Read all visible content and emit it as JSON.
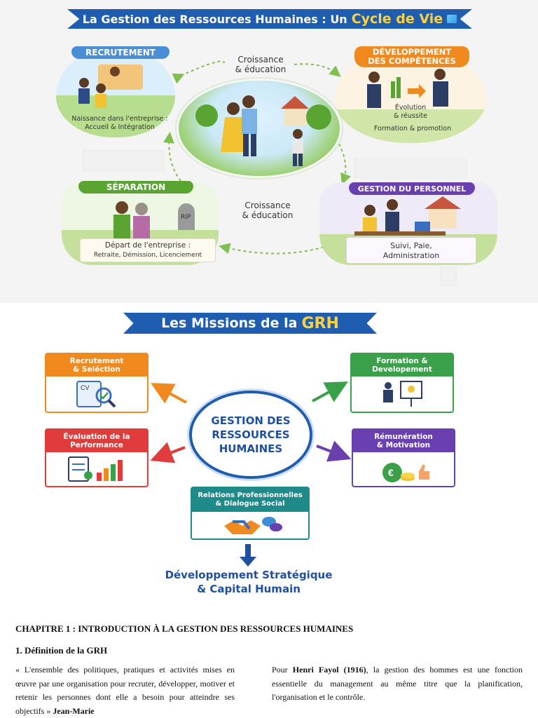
{
  "cycle": {
    "title_main": "La Gestion des Ressources Humaines : Un",
    "title_accent": "Cycle de Vie",
    "center_caption_top": "Croissance\n& éducation",
    "center_caption_bottom": "Croissance\n& éducation",
    "cards": {
      "recrutement": {
        "title": "RECRUTEMENT",
        "caption": "Naissance dans l'entreprise :\nAccueil & Intégration"
      },
      "developpement": {
        "title": "DÉVELOPPEMENT\nDES COMPÉTENCES",
        "evolution": "Évolution\n& réussite",
        "caption": "Formation & promotion"
      },
      "separation": {
        "title": "SÉPARATION",
        "caption_main": "Départ de l'entreprise :",
        "caption_sub": "Retraite, Démission, Licenciement",
        "rip": "RIP"
      },
      "gestion": {
        "title": "GESTION DU PERSONNEL",
        "caption": "Suivi, Paie,\nAdministration"
      }
    },
    "colors": {
      "blue": "#1f5db0",
      "green": "#5aa532",
      "orange": "#f08a1e",
      "purple": "#6a3fb0"
    }
  },
  "missions": {
    "title_main": "Les Missions de la",
    "title_accent": "GRH",
    "center": "GESTION DES\nRESSOURCES\nHUMAINES",
    "boxes": {
      "recrutement": {
        "title": "Recrutement\n& Seléction",
        "color": "#f08a1e"
      },
      "formation": {
        "title": "Formation &\nDevelopement",
        "color": "#3aa04a"
      },
      "evaluation": {
        "title": "Évaluation de la\nPerformance",
        "color": "#e03c3c"
      },
      "remuneration": {
        "title": "Rémunération\n& Motivation",
        "color": "#6a3fb0"
      },
      "relations": {
        "title": "Relations Professionnelles\n& Dialogue Social",
        "color": "#1e8a8a"
      }
    },
    "final": "Développement Stratégique\n& Capital Humain"
  },
  "document": {
    "chapter": "CHAPITRE 1 : INTRODUCTION À LA GESTION DES RESSOURCES HUMAINES",
    "section": "1. Définition de la GRH",
    "left_paragraph": "« L'ensemble des politiques, pratiques et activités mises en œuvre par une organisation pour recruter, développer, motiver et retenir les personnes dont elle a besoin pour atteindre ses objectifs »",
    "left_author": "Jean-Marie",
    "right_prefix": "Pour",
    "right_author": "Henri Fayol (1916)",
    "right_paragraph": ", la gestion des hommes est une fonction essentielle du management au même titre que la planification, l'organisation et le contrôle."
  }
}
